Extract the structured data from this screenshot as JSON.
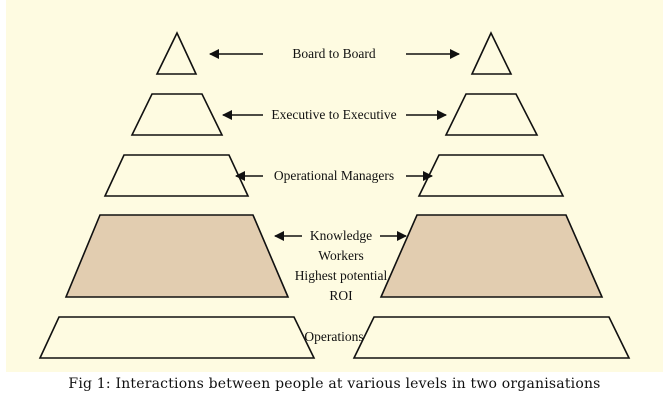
{
  "figure": {
    "caption": "Fig 1: Interactions between people at various levels in two organisations",
    "colors": {
      "background": "#fefbe1",
      "outline": "#111111",
      "highlight_fill": "#e2cdb0"
    },
    "levels": [
      {
        "label_lines": [
          "Board to Board"
        ],
        "highlighted": false
      },
      {
        "label_lines": [
          "Executive to Executive"
        ],
        "highlighted": false
      },
      {
        "label_lines": [
          "Operational Managers"
        ],
        "highlighted": false
      },
      {
        "label_lines": [
          "Knowledge",
          "Workers",
          "Highest potential",
          "ROI"
        ],
        "highlighted": true
      },
      {
        "label_lines": [
          "Operations"
        ],
        "highlighted": false
      }
    ],
    "organisations": [
      "left-organisation",
      "right-organisation"
    ]
  }
}
